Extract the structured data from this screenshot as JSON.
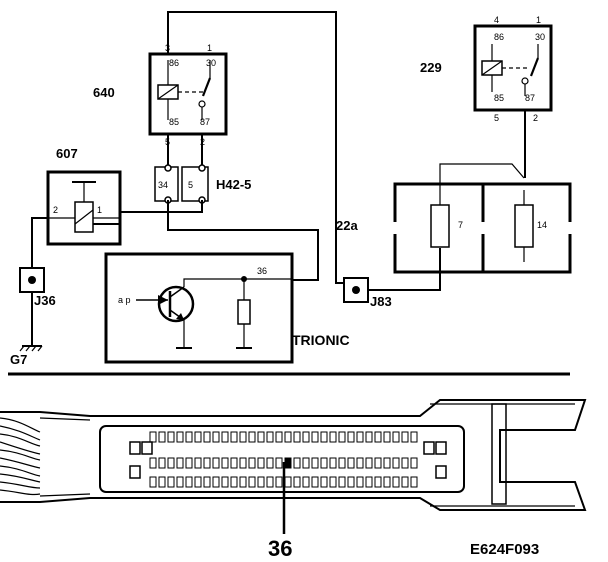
{
  "components": {
    "relay_640": {
      "id": "640",
      "pins": {
        "p3": "3",
        "p1": "1",
        "p86": "86",
        "p30": "30",
        "p85": "85",
        "p87": "87",
        "p5": "5",
        "p2": "2"
      }
    },
    "relay_229": {
      "id": "229",
      "pins": {
        "p4": "4",
        "p1": "1",
        "p86": "86",
        "p30": "30",
        "p85": "85",
        "p87": "87",
        "p5": "5",
        "p2": "2"
      }
    },
    "component_607": {
      "id": "607",
      "pins": {
        "p2": "2",
        "p1": "1"
      }
    },
    "connector_h42": {
      "id": "H42-5",
      "pins": {
        "p34": "34",
        "p5": "5"
      }
    },
    "fuse_box": {
      "id": "22a",
      "fuse_a": "7",
      "fuse_b": "14"
    },
    "ground_j36": {
      "id": "J36"
    },
    "ground_j83": {
      "id": "J83"
    },
    "ground_g7": {
      "id": "G7"
    },
    "ecu": {
      "name": "TRIONIC",
      "pin": "36",
      "transistor_label": "a p"
    }
  },
  "connector_view": {
    "pin_callout": "36"
  },
  "figure_code": "E624F093"
}
